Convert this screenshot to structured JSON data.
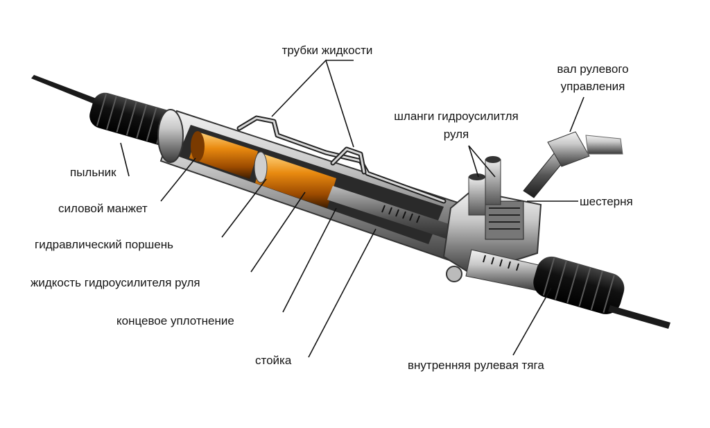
{
  "labels": {
    "fluid_tubes": "трубки жидкости",
    "steering_shaft_line1": "вал рулевого",
    "steering_shaft_line2": "управления",
    "hoses_line1": "шланги гидроусилитля",
    "hoses_line2": "руля",
    "boot": "пыльник",
    "power_cuff": "силовой манжет",
    "hydraulic_piston": "гидравлический поршень",
    "fluid": "жидкость гидроусилителя руля",
    "end_seal": "концевое уплотнение",
    "pinion": "шестерня",
    "rack": "стойка",
    "inner_tie_rod": "внутренняя рулевая тяга"
  }
}
